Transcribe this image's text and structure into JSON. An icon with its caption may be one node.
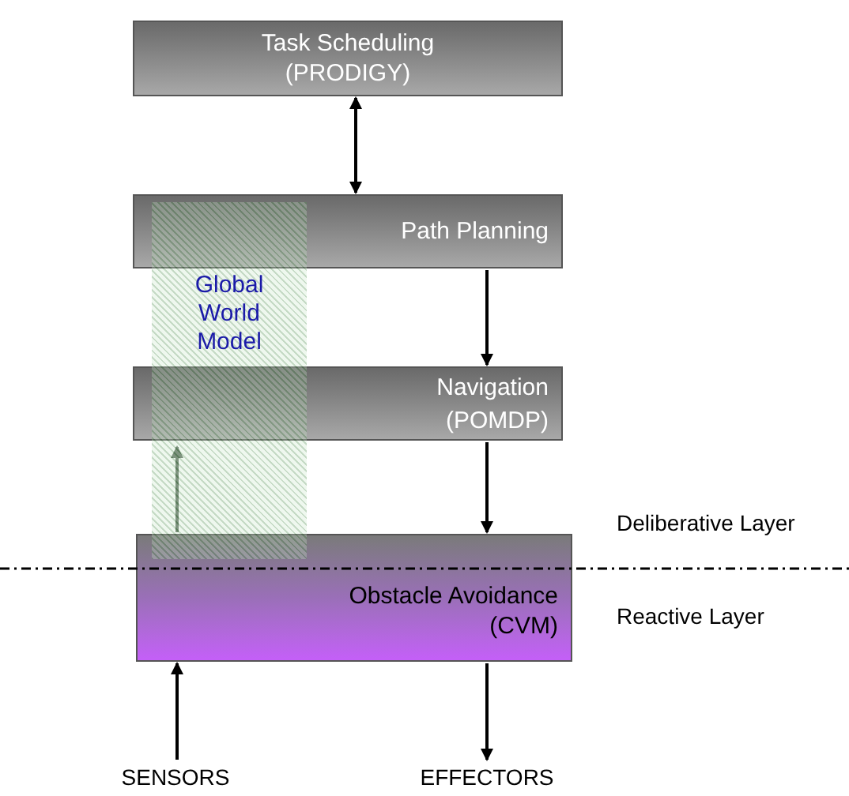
{
  "diagram": {
    "nodes": [
      {
        "text": [
          "Task Scheduling (PRODIGY)"
        ]
      },
      {
        "text": [
          "Path Planning"
        ]
      },
      {
        "text": [
          "Navigation (POMDP)"
        ]
      },
      {
        "text": [
          "Obstacle Avoidance (CVM)"
        ]
      },
      {
        "text": [
          "Global World Model"
        ]
      },
      {
        "text": [
          "SENSORS"
        ]
      },
      {
        "text": [
          "EFFECTORS"
        ]
      }
    ],
    "edges": [
      {
        "from": 0,
        "to": 1,
        "arrow": "both"
      },
      {
        "from": 1,
        "to": 2,
        "arrow": "to"
      },
      {
        "from": 2,
        "to": 3,
        "arrow": "to"
      },
      {
        "from": 3,
        "to": 4,
        "arrow": "to",
        "color": "#5f7060"
      },
      {
        "from": 5,
        "to": 3,
        "arrow": "to"
      },
      {
        "from": 3,
        "to": 6,
        "arrow": "to"
      }
    ],
    "labels": [
      "Deliberative Layer",
      "Reactive Layer"
    ]
  }
}
